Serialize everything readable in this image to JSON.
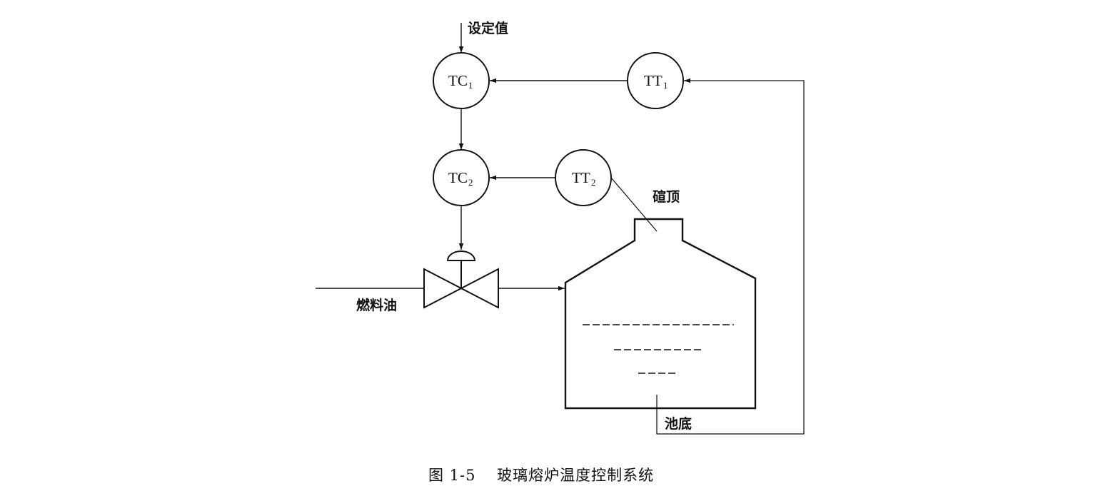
{
  "labels": {
    "setpoint": "设定值",
    "fuel_oil": "燃料油",
    "crown": "碹顶",
    "bottom": "池底"
  },
  "instruments": {
    "tc1": {
      "main": "TC",
      "sub": "1"
    },
    "tc2": {
      "main": "TC",
      "sub": "2"
    },
    "tt1": {
      "main": "TT",
      "sub": "1"
    },
    "tt2": {
      "main": "TT",
      "sub": "2"
    }
  },
  "caption": "图 1-5　 玻璃熔炉温度控制系统"
}
